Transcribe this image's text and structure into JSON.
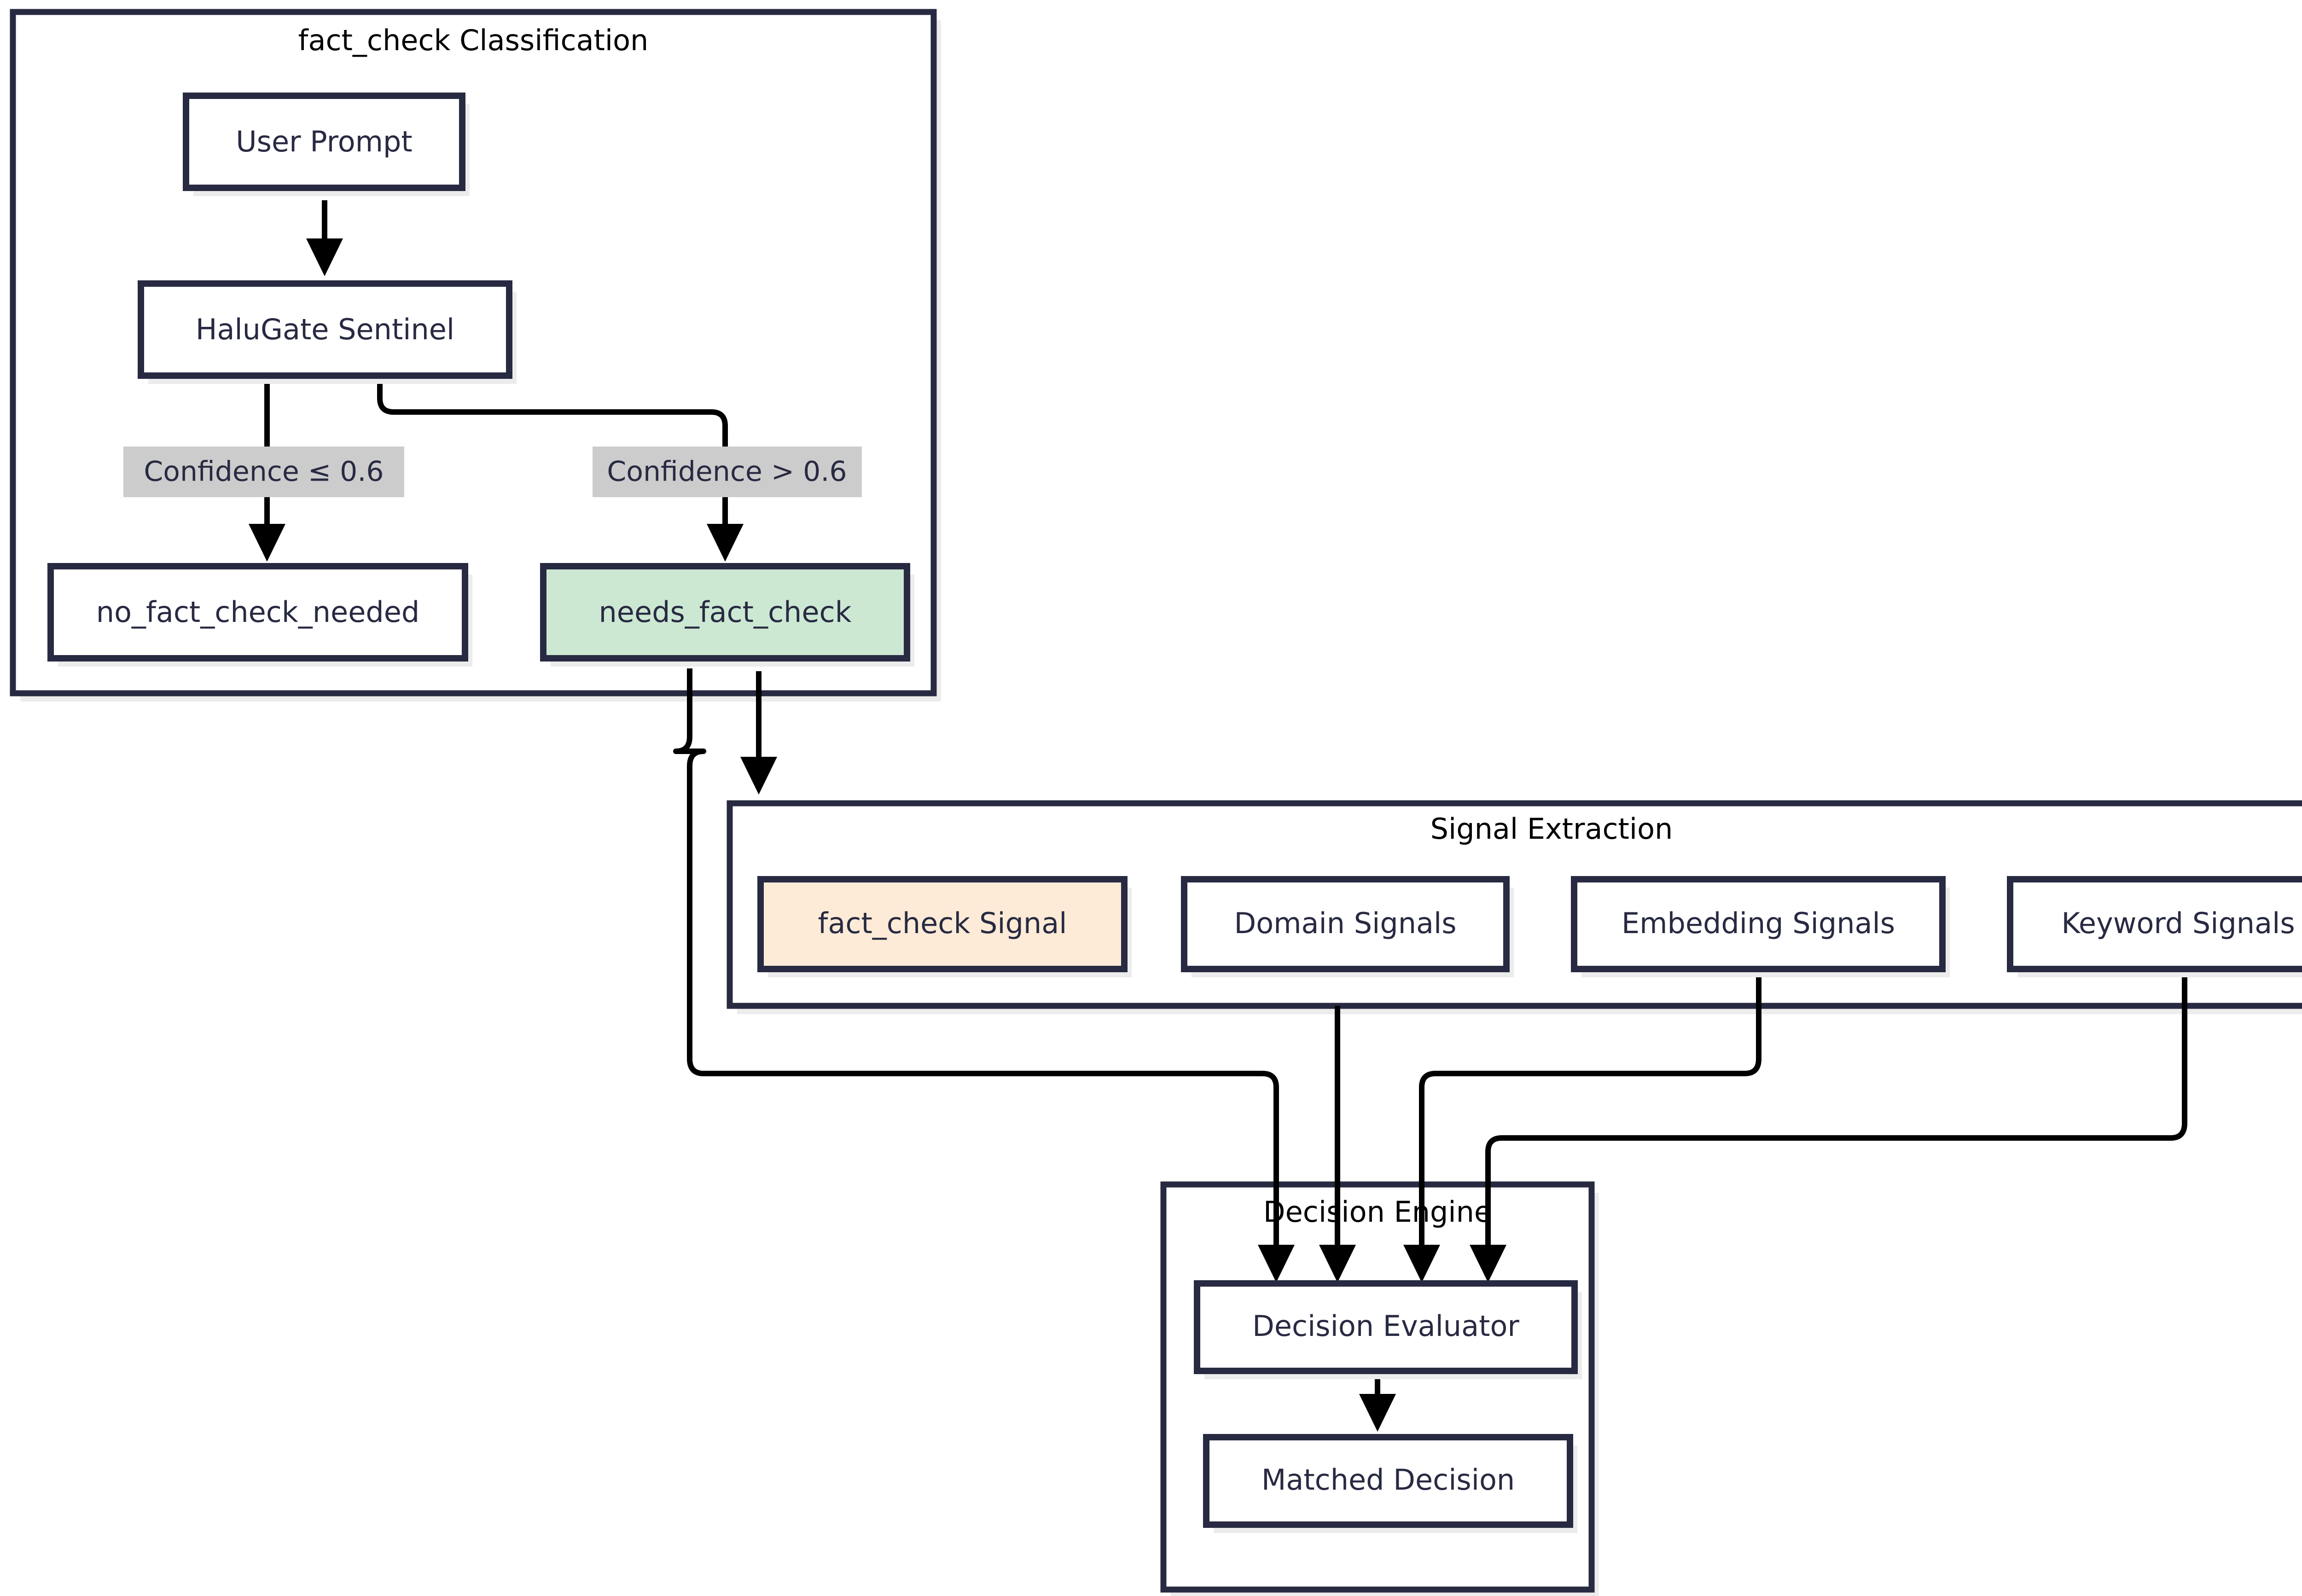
{
  "diagram": {
    "type": "flowchart",
    "direction": "top-down",
    "background": "#ffffff",
    "palette": {
      "node_border": "#282a42",
      "node_fill": "#ffffff",
      "node_text": "#282a42",
      "cluster_border": "#282a42",
      "cluster_title_text": "#000000",
      "highlight_green": "#cde8d2",
      "highlight_peach": "#fdebd7",
      "edge_stroke": "#000000",
      "edge_label_bg": "#cccccc",
      "shadow": "#ececec"
    }
  },
  "clusters": [
    {
      "id": "fact-check-classification",
      "title": "fact_check Classification"
    },
    {
      "id": "signal-extraction",
      "title": "Signal Extraction"
    },
    {
      "id": "decision-engine",
      "title": "Decision Engine"
    }
  ],
  "nodes": [
    {
      "id": "user-prompt",
      "label": "User Prompt",
      "fill": "white",
      "cluster": "fact-check-classification"
    },
    {
      "id": "halugate-sentinel",
      "label": "HaluGate Sentinel",
      "fill": "white",
      "cluster": "fact-check-classification"
    },
    {
      "id": "no-fact-check-needed",
      "label": "no_fact_check_needed",
      "fill": "white",
      "cluster": "fact-check-classification"
    },
    {
      "id": "needs-fact-check",
      "label": "needs_fact_check",
      "fill": "green",
      "cluster": "fact-check-classification"
    },
    {
      "id": "fact-check-signal",
      "label": "fact_check Signal",
      "fill": "peach",
      "cluster": "signal-extraction"
    },
    {
      "id": "domain-signals",
      "label": "Domain Signals",
      "fill": "white",
      "cluster": "signal-extraction"
    },
    {
      "id": "embedding-signals",
      "label": "Embedding Signals",
      "fill": "white",
      "cluster": "signal-extraction"
    },
    {
      "id": "keyword-signals",
      "label": "Keyword Signals",
      "fill": "white",
      "cluster": "signal-extraction"
    },
    {
      "id": "decision-evaluator",
      "label": "Decision Evaluator",
      "fill": "white",
      "cluster": "decision-engine"
    },
    {
      "id": "matched-decision",
      "label": "Matched Decision",
      "fill": "white",
      "cluster": "decision-engine"
    }
  ],
  "edges": [
    {
      "from": "user-prompt",
      "to": "halugate-sentinel",
      "label": ""
    },
    {
      "from": "halugate-sentinel",
      "to": "no-fact-check-needed",
      "label": "Confidence ≤ 0.6"
    },
    {
      "from": "halugate-sentinel",
      "to": "needs-fact-check",
      "label": "Confidence > 0.6"
    },
    {
      "from": "needs-fact-check",
      "to": "fact-check-signal",
      "label": ""
    },
    {
      "from": "needs-fact-check",
      "to": "decision-evaluator",
      "label": ""
    },
    {
      "from": "domain-signals",
      "to": "decision-evaluator",
      "label": ""
    },
    {
      "from": "embedding-signals",
      "to": "decision-evaluator",
      "label": ""
    },
    {
      "from": "keyword-signals",
      "to": "decision-evaluator",
      "label": ""
    },
    {
      "from": "decision-evaluator",
      "to": "matched-decision",
      "label": ""
    }
  ],
  "edge_labels": [
    {
      "id": "conf-low",
      "text": "Confidence ≤ 0.6"
    },
    {
      "id": "conf-high",
      "text": "Confidence > 0.6"
    }
  ]
}
